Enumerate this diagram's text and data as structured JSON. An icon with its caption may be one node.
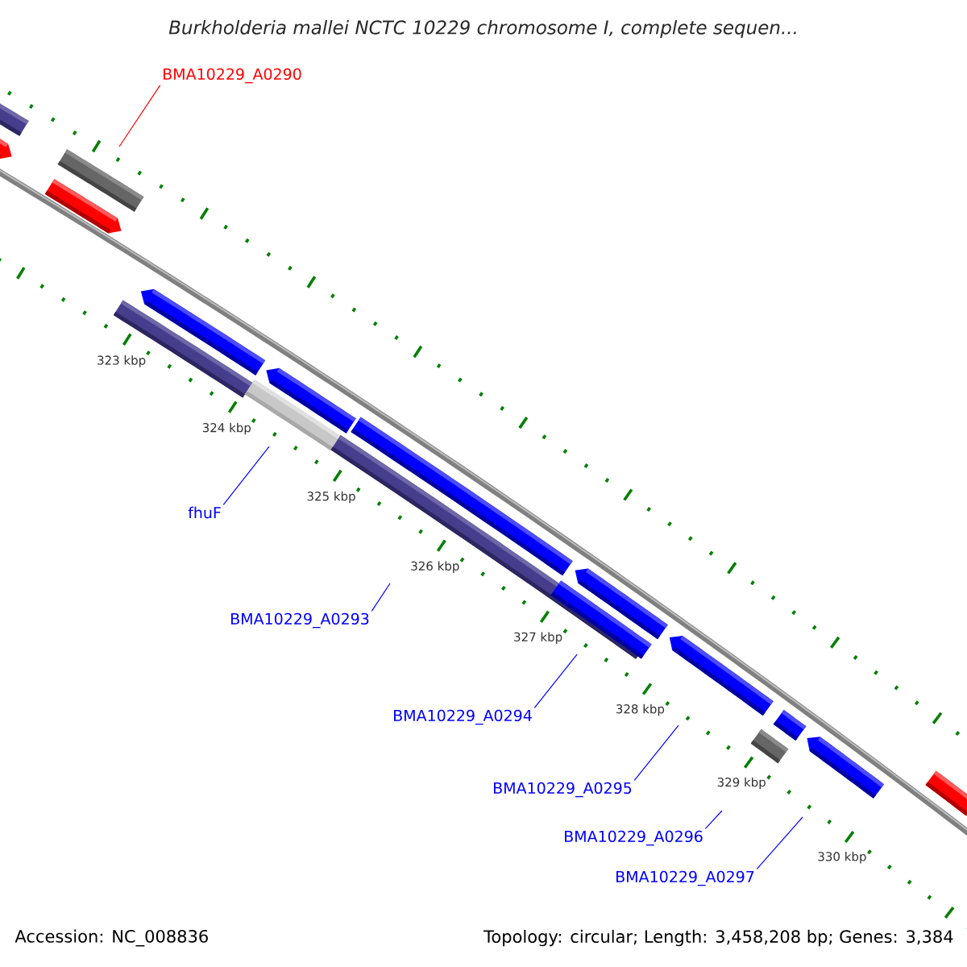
{
  "diagram": {
    "title": "Burkholderia mallei NCTC 10229 chromosome I, complete sequen...",
    "nodes": [
      {
        "text": [
          "BMA10229_A0290"
        ]
      },
      {
        "text": [
          "fhuF"
        ]
      },
      {
        "text": [
          "BMA10229_A0293"
        ]
      },
      {
        "text": [
          "BMA10229_A0294"
        ]
      },
      {
        "text": [
          "BMA10229_A0295"
        ]
      },
      {
        "text": [
          "BMA10229_A0296"
        ]
      },
      {
        "text": [
          "BMA10229_A0297"
        ]
      }
    ],
    "edges": [
      {
        "from": 0,
        "to": null,
        "arrow": "none",
        "color": "#ff0000"
      },
      {
        "from": 1,
        "to": null,
        "arrow": "none"
      },
      {
        "from": 2,
        "to": null,
        "arrow": "none"
      },
      {
        "from": 3,
        "to": null,
        "arrow": "none"
      },
      {
        "from": 4,
        "to": null,
        "arrow": "none"
      },
      {
        "from": 5,
        "to": null,
        "arrow": "none"
      },
      {
        "from": 6,
        "to": null,
        "arrow": "none"
      }
    ],
    "labels": [
      "323 kbp",
      "324 kbp",
      "325 kbp",
      "326 kbp",
      "327 kbp",
      "328 kbp",
      "329 kbp",
      "330 kbp",
      "Accession: NC_008836",
      "Topology: circular; Length: 3,458,208 bp; Genes: 3,384"
    ]
  }
}
